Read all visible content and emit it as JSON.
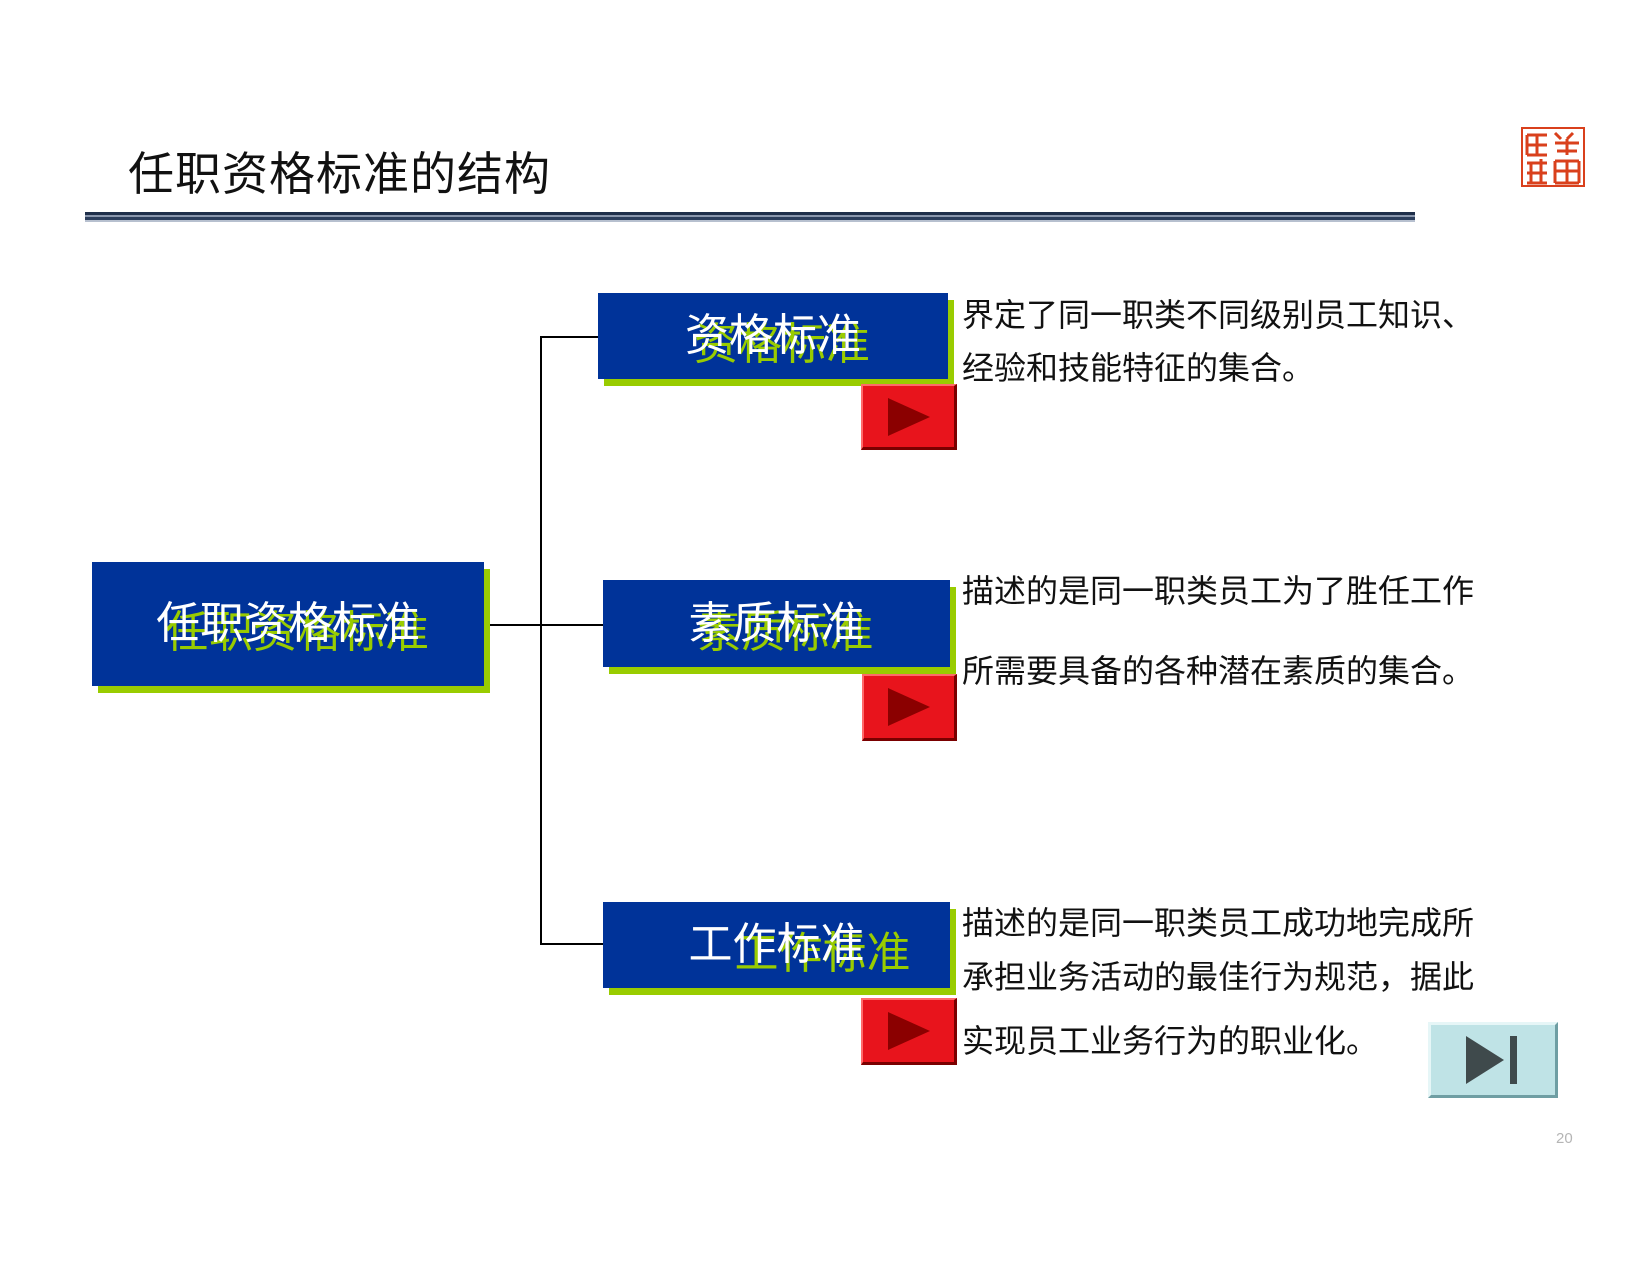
{
  "title": "任职资格标准的结构",
  "root": {
    "label": "任职资格标准"
  },
  "branches": [
    {
      "label": "资格标准",
      "description_lines": [
        "界定了同一职类不同级别员工知识、",
        "经验和技能特征的集合。"
      ]
    },
    {
      "label": "素质标准",
      "description_lines": [
        "描述的是同一职类员工为了胜任工作",
        "所需要具备的各种潜在素质的集合。"
      ]
    },
    {
      "label": "工作标准",
      "description_lines": [
        "描述的是同一职类员工成功地完成所",
        "承担业务活动的最佳行为规范，据此",
        "实现员工业务行为的职业化。"
      ]
    }
  ],
  "page_number": "20",
  "colors": {
    "box": "#003399",
    "box_shadow": "#99cc00",
    "play_button": "#e8141c",
    "end_button": "#bfe3e6",
    "seal": "#d9401c"
  },
  "icons": {
    "play": "play-triangle-icon",
    "end": "skip-to-end-icon",
    "logo": "seal-logo"
  }
}
